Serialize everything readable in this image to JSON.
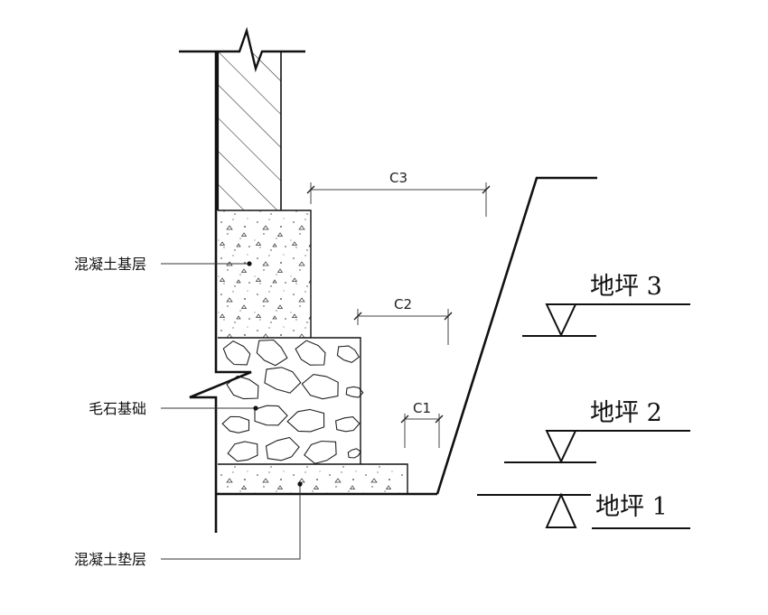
{
  "labels": {
    "concrete_base": "混凝土基层",
    "rubble_foundation": "毛石基础",
    "concrete_cushion": "混凝土垫层"
  },
  "dimensions": {
    "c1": "C1",
    "c2": "C2",
    "c3": "C3"
  },
  "levels": {
    "level_3": "地坪 3",
    "level_2": "地坪 2",
    "level_1": "地坪 1"
  }
}
